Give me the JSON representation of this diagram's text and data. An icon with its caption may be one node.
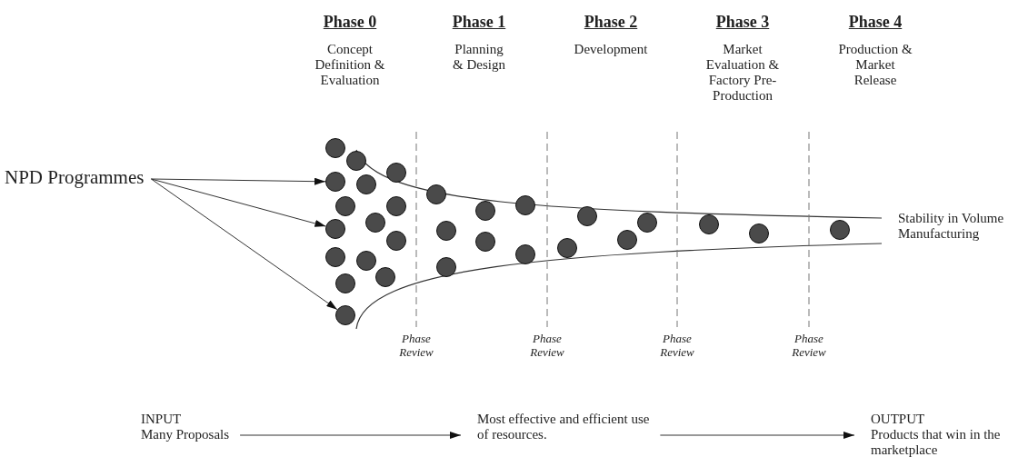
{
  "diagram": {
    "nodes": [
      {
        "text": [
          "NPD Programmes"
        ]
      },
      {
        "text": [],
        "shape": "circle"
      },
      {
        "text": [],
        "shape": "circle"
      },
      {
        "text": [],
        "shape": "circle"
      },
      {
        "text": [],
        "shape": "circle"
      },
      {
        "text": [],
        "shape": "circle"
      },
      {
        "text": [],
        "shape": "circle"
      },
      {
        "text": [],
        "shape": "circle"
      },
      {
        "text": [],
        "shape": "circle"
      },
      {
        "text": [],
        "shape": "circle"
      },
      {
        "text": [],
        "shape": "circle"
      },
      {
        "text": [],
        "shape": "circle"
      },
      {
        "text": [],
        "shape": "circle"
      },
      {
        "text": [],
        "shape": "circle"
      },
      {
        "text": [],
        "shape": "circle"
      },
      {
        "text": [],
        "shape": "circle"
      },
      {
        "text": [],
        "shape": "circle"
      },
      {
        "text": [],
        "shape": "circle"
      },
      {
        "text": [],
        "shape": "circle"
      },
      {
        "text": [],
        "shape": "circle"
      },
      {
        "text": [],
        "shape": "circle"
      },
      {
        "text": [],
        "shape": "circle"
      },
      {
        "text": [],
        "shape": "circle"
      },
      {
        "text": [],
        "shape": "circle"
      },
      {
        "text": [],
        "shape": "circle"
      },
      {
        "text": [],
        "shape": "circle"
      },
      {
        "text": [],
        "shape": "circle"
      },
      {
        "text": [],
        "shape": "circle"
      },
      {
        "text": [],
        "shape": "circle"
      },
      {
        "text": [],
        "shape": "circle"
      },
      {
        "text": [
          "INPUT",
          "Many Proposals"
        ]
      },
      {
        "text": [
          "Most effective and efficient use of resources."
        ]
      },
      {
        "text": [
          "OUTPUT",
          "Products that win in the marketplace"
        ]
      }
    ],
    "edges": [
      {
        "from": 0,
        "to": 2,
        "arrow": "to"
      },
      {
        "from": 0,
        "to": 3,
        "arrow": "to"
      },
      {
        "from": 0,
        "to": 7,
        "arrow": "to"
      },
      {
        "from": 30,
        "to": 31,
        "arrow": "to"
      },
      {
        "from": 31,
        "to": 32,
        "arrow": "to"
      }
    ],
    "labels": [
      "Phase 0",
      "Concept Definition & Evaluation",
      "Phase 1",
      "Planning & Design",
      "Phase 2",
      "Development",
      "Phase 3",
      "Market Evaluation & Factory Pre-Production",
      "Phase 4",
      "Production & Market Release",
      "Stability in Volume Manufacturing",
      "Phase Review",
      "Phase Review",
      "Phase Review",
      "Phase Review"
    ]
  }
}
